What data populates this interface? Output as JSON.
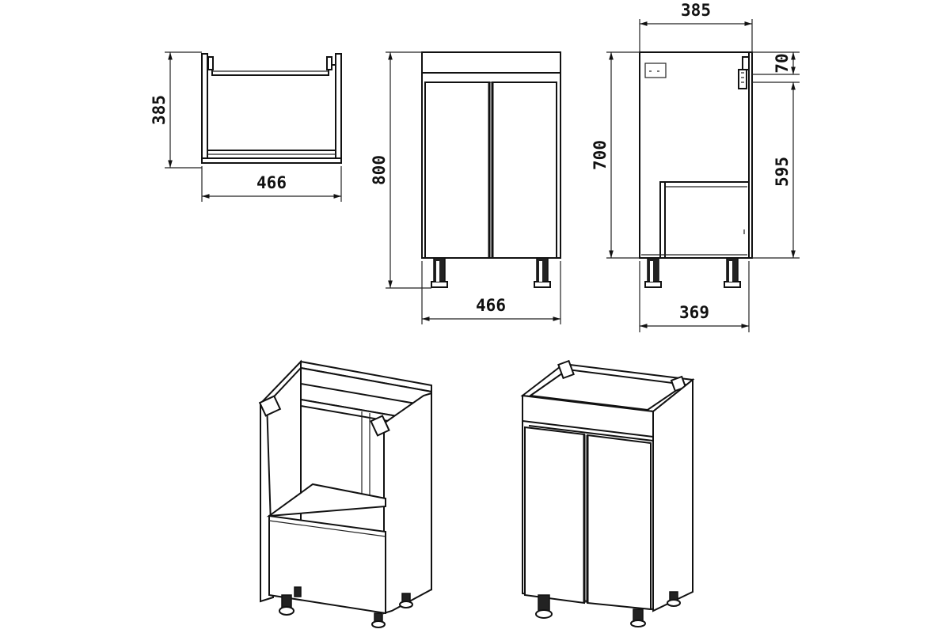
{
  "diagram": {
    "top_view": {
      "depth_label": "385",
      "width_label": "466"
    },
    "front_view": {
      "height_label": "800",
      "width_label": "466"
    },
    "side_view": {
      "depth_top_label": "385",
      "top_gap_label": "70",
      "inner_height_label": "595",
      "height_label": "700",
      "depth_bottom_label": "369"
    }
  }
}
